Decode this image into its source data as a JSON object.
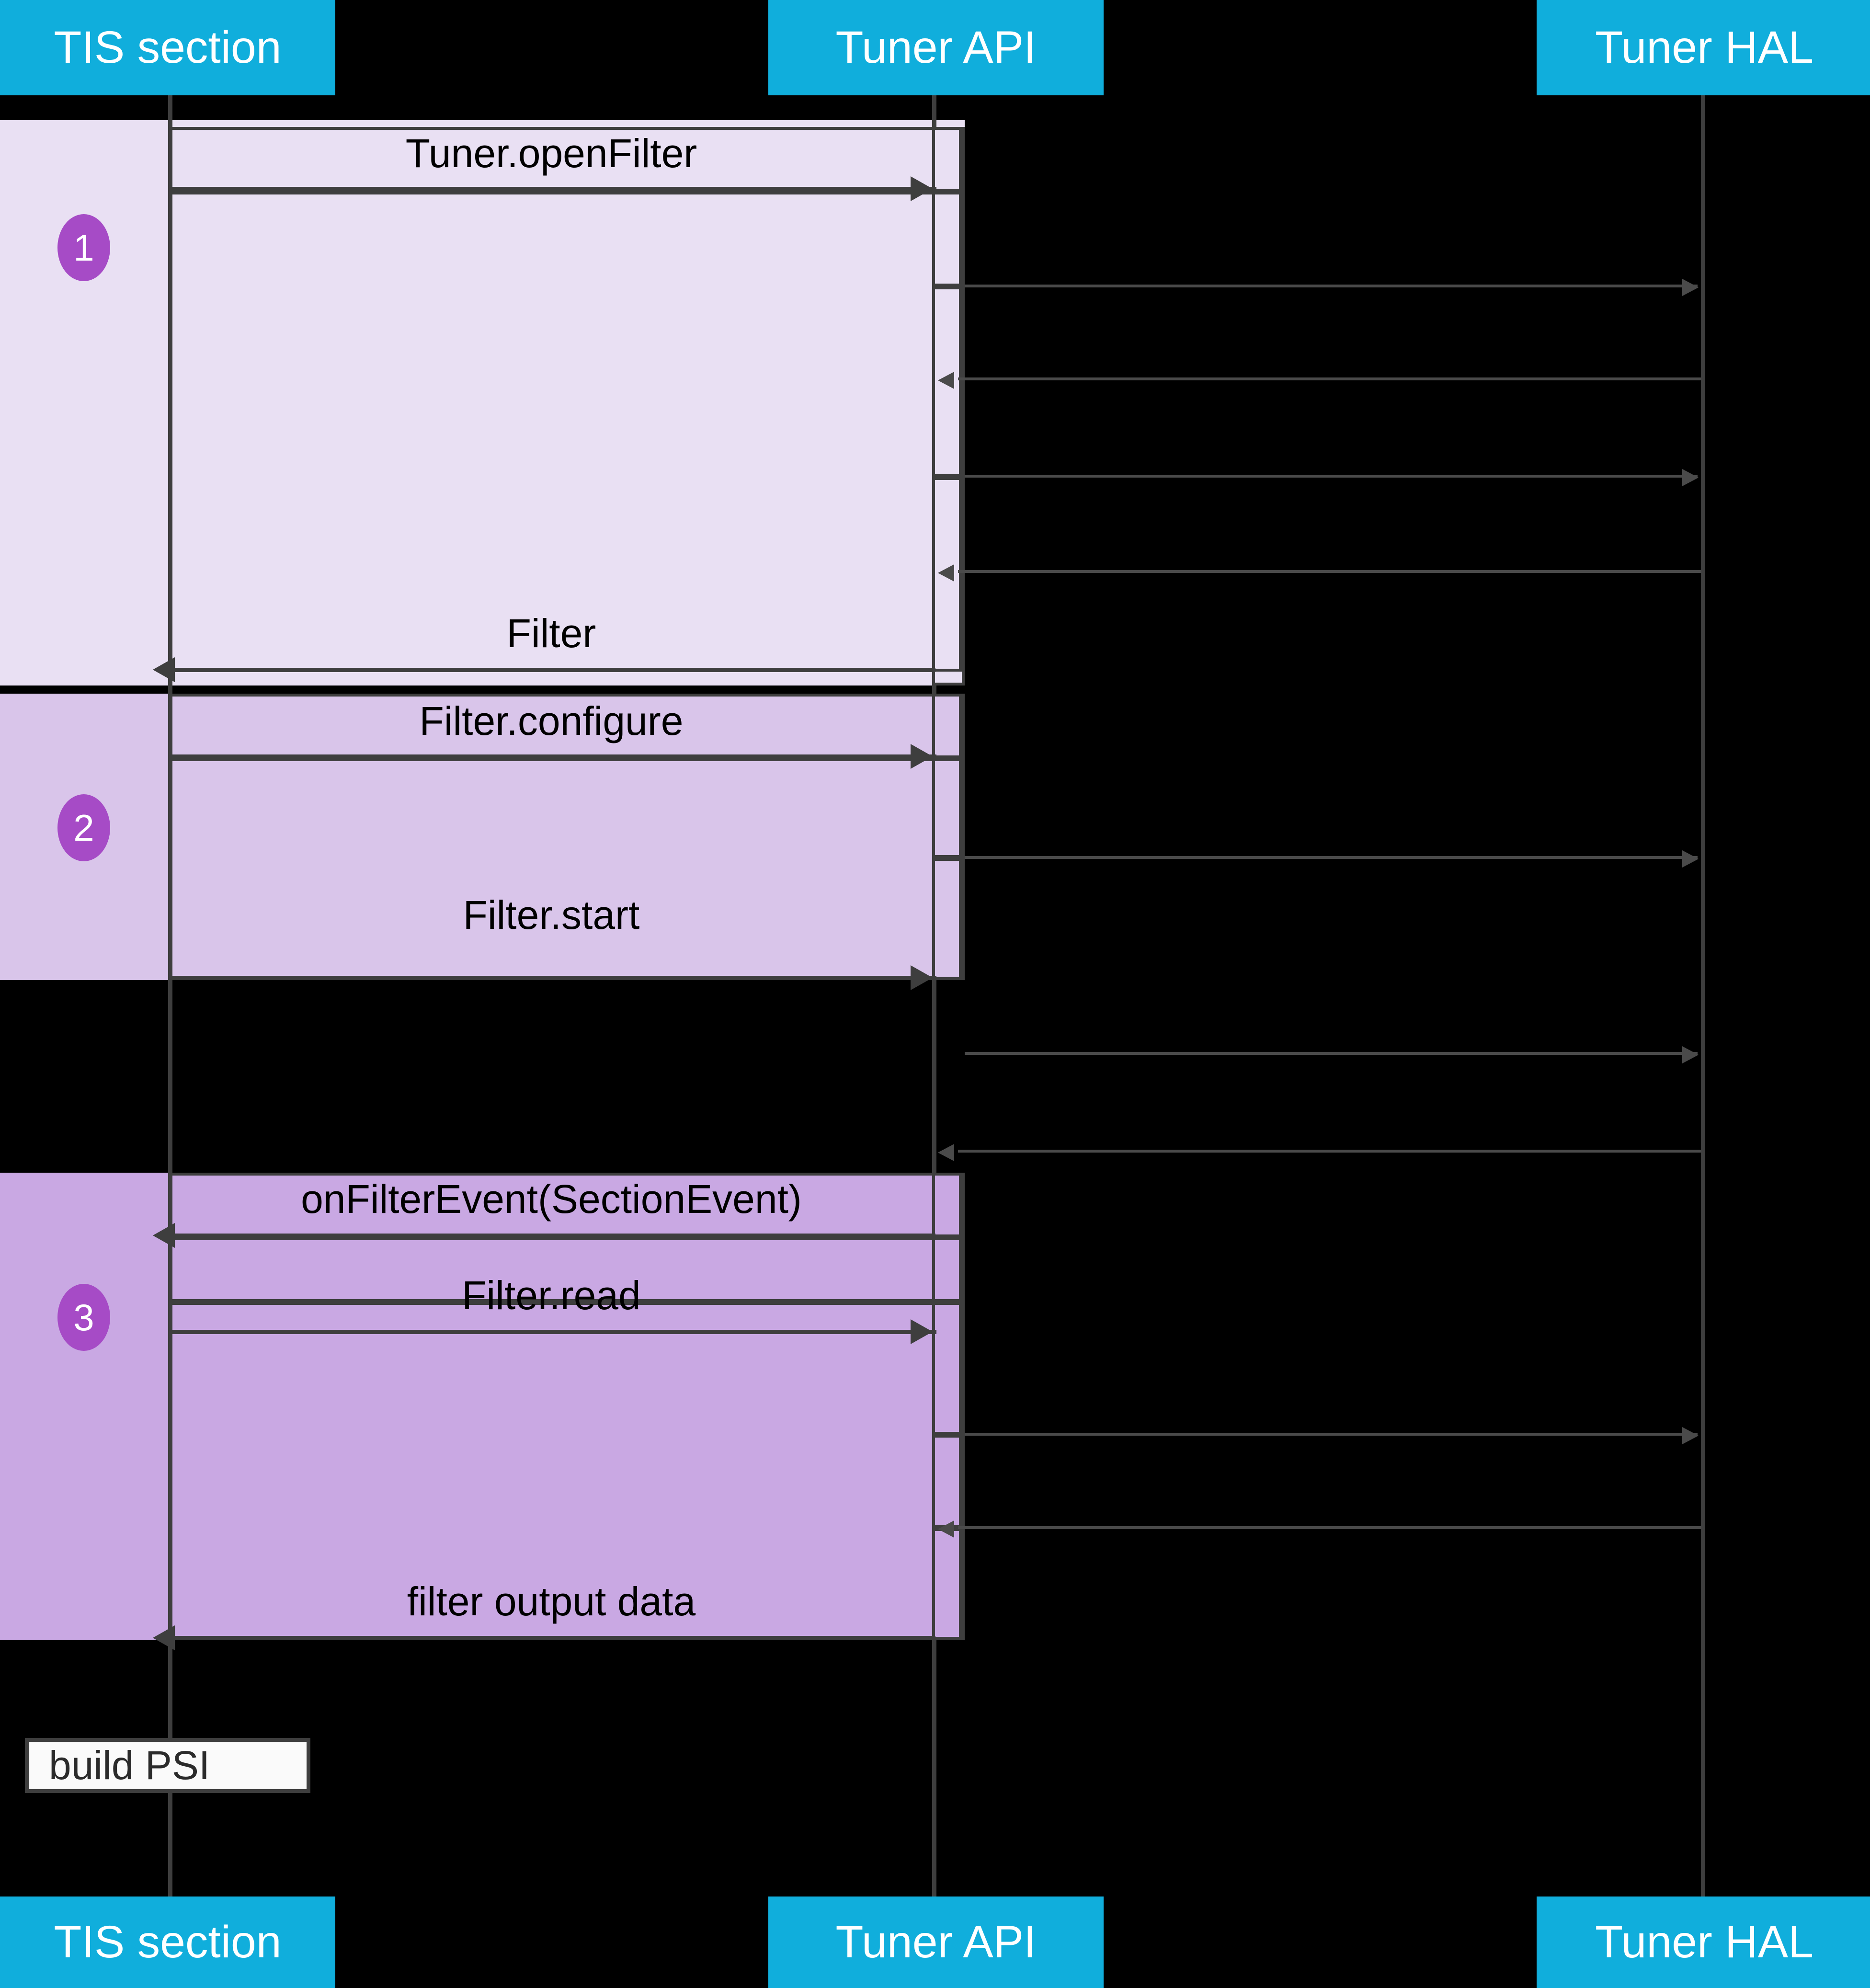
{
  "diagram": {
    "type": "sequence-diagram",
    "title": "Tuner section filter sequence",
    "colors": {
      "participant_header": "#10AEDC",
      "participant_text": "#FFFFFF",
      "background": "#000000",
      "phase1_fill": "#E9E0F3",
      "phase2_fill": "#D9C5EA",
      "phase3_fill": "#C9A8E3",
      "line": "#3E3E3E",
      "badge": "#A64BC6",
      "note_fill": "#FAFAFA"
    }
  },
  "participants": [
    {
      "id": "tis",
      "label": "TIS section"
    },
    {
      "id": "api",
      "label": "Tuner API"
    },
    {
      "id": "hal",
      "label": "Tuner HAL"
    }
  ],
  "participants_footer": [
    {
      "id": "tis",
      "label": "TIS section"
    },
    {
      "id": "api",
      "label": "Tuner API"
    },
    {
      "id": "hal",
      "label": "Tuner HAL"
    }
  ],
  "phases": [
    {
      "number": "1",
      "badge": "1"
    },
    {
      "number": "2",
      "badge": "2"
    },
    {
      "number": "3",
      "badge": "3"
    }
  ],
  "messages": [
    {
      "id": "m1",
      "label": "Tuner.openFilter",
      "from": "tis",
      "to": "api",
      "direction": "right"
    },
    {
      "id": "m2",
      "label": "Filter",
      "from": "api",
      "to": "tis",
      "direction": "left"
    },
    {
      "id": "m3",
      "label": "Filter.configure",
      "from": "tis",
      "to": "api",
      "direction": "right"
    },
    {
      "id": "m4",
      "label": "Filter.start",
      "from": "tis",
      "to": "api",
      "direction": "right"
    },
    {
      "id": "m5",
      "label": "onFilterEvent(SectionEvent)",
      "from": "api",
      "to": "tis",
      "direction": "left"
    },
    {
      "id": "m6",
      "label": "Filter.read",
      "from": "tis",
      "to": "api",
      "direction": "right"
    },
    {
      "id": "m7",
      "label": "filter output data",
      "from": "api",
      "to": "tis",
      "direction": "left"
    }
  ],
  "hal_messages": [
    {
      "id": "h1",
      "direction": "right"
    },
    {
      "id": "h2",
      "direction": "left"
    },
    {
      "id": "h3",
      "direction": "right"
    },
    {
      "id": "h4",
      "direction": "left"
    },
    {
      "id": "h5",
      "direction": "right"
    },
    {
      "id": "h6",
      "direction": "right"
    },
    {
      "id": "h7",
      "direction": "left"
    },
    {
      "id": "h8",
      "direction": "right"
    },
    {
      "id": "h9",
      "direction": "left"
    }
  ],
  "notes": [
    {
      "id": "n1",
      "label": "build PSI",
      "on": "tis"
    }
  ]
}
